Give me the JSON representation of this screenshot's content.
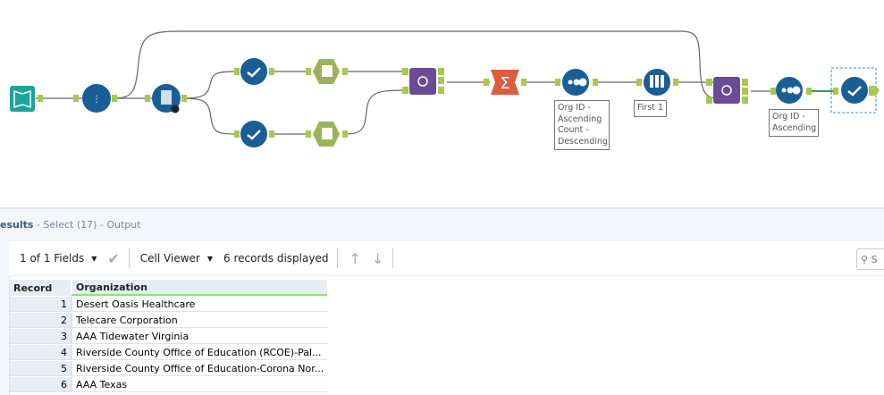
{
  "workflow": {
    "annotations": {
      "sort1": "Org ID -\nAscending\nCount -\nDescending",
      "sample": "First 1",
      "sort2": "Org ID -\nAscending"
    },
    "colors": {
      "connector": "#a8c84e",
      "blue_tool": "#1a5e96",
      "join": "#6b4a96",
      "summarize": "#dd5d40",
      "input": "#1ba39c",
      "hex": "#9bb359"
    }
  },
  "results": {
    "title": "esults",
    "subtitle": "- Select (17) - Output"
  },
  "toolbar": {
    "fields": "1 of 1 Fields",
    "viewer": "Cell Viewer",
    "records": "6 records displayed",
    "search": "S"
  },
  "table": {
    "headers": [
      "Record",
      "Organization"
    ],
    "rows": [
      [
        "1",
        "Desert Oasis Healthcare"
      ],
      [
        "2",
        "Telecare Corporation"
      ],
      [
        "3",
        "AAA Tidewater Virginia"
      ],
      [
        "4",
        "Riverside County Office of Education (RCOE)-Pal..."
      ],
      [
        "5",
        "Riverside County Office of Education-Corona Nor..."
      ],
      [
        "6",
        "AAA Texas"
      ]
    ]
  }
}
